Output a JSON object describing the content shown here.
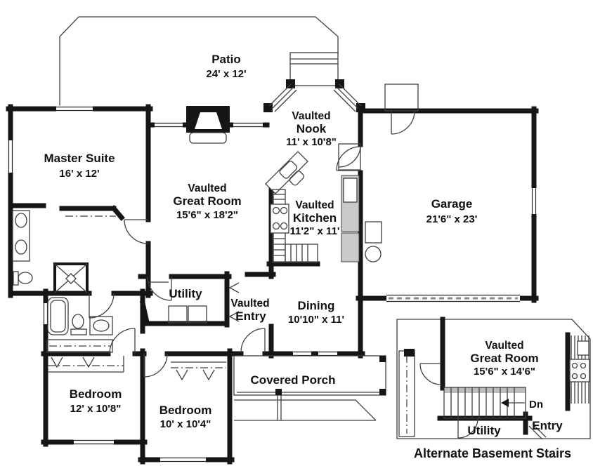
{
  "plan": {
    "rooms": {
      "patio": {
        "name": "Patio",
        "dims": "24' x 12'"
      },
      "nook": {
        "prefix": "Vaulted",
        "name": "Nook",
        "dims": "11' x 10'8\""
      },
      "master_suite": {
        "name": "Master Suite",
        "dims": "16' x 12'"
      },
      "great_room": {
        "prefix": "Vaulted",
        "name": "Great Room",
        "dims": "15'6\" x 18'2\""
      },
      "kitchen": {
        "prefix": "Vaulted",
        "name": "Kitchen",
        "dims": "11'2\" x 11'"
      },
      "garage": {
        "name": "Garage",
        "dims": "21'6\" x 23'"
      },
      "utility": {
        "name": "Utility"
      },
      "entry": {
        "prefix": "Vaulted",
        "name": "Entry"
      },
      "dining": {
        "name": "Dining",
        "dims": "10'10\" x 11'"
      },
      "covered_porch": {
        "name": "Covered Porch"
      },
      "bedroom_left": {
        "name": "Bedroom",
        "dims": "12' x 10'8\""
      },
      "bedroom_right": {
        "name": "Bedroom",
        "dims": "10' x 10'4\""
      }
    },
    "inset": {
      "great_room": {
        "prefix": "Vaulted",
        "name": "Great Room",
        "dims": "15'6\" x 14'6\""
      },
      "stairs_label": "Dn",
      "utility": "Utility",
      "entry": "Entry",
      "caption": "Alternate Basement Stairs"
    },
    "colors": {
      "wall": "#161616",
      "text": "#111111",
      "thin_line": "#3f3f3f",
      "shade": "#c9c9c9"
    }
  }
}
